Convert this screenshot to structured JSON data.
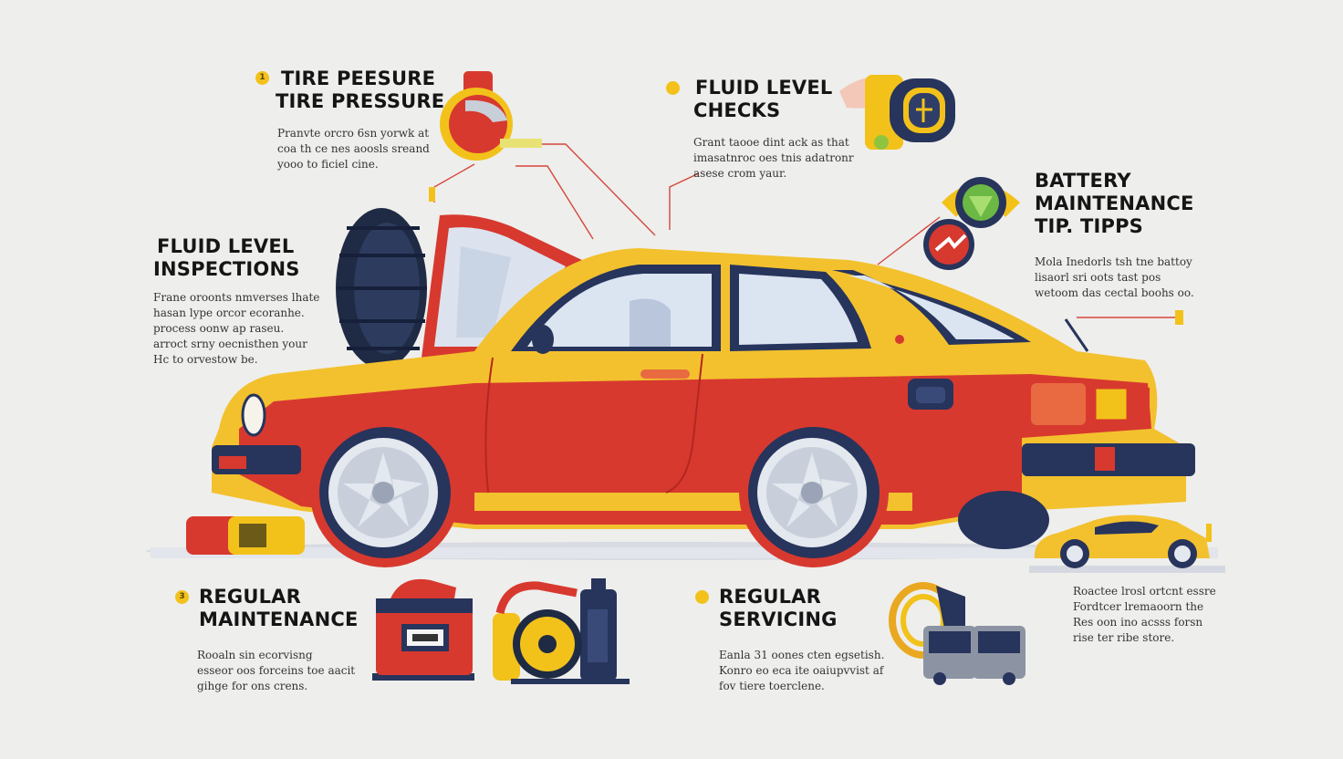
{
  "sections": {
    "tire_pressure": {
      "bullet": "1",
      "title_line1": "TIRE PEESURE",
      "title_line2": "TIRE PRESSURE",
      "body": [
        "Pranvte orcro 6sn yorwk at",
        "coa th ce nes aoosls sreand",
        "yooo to ficiel cine."
      ]
    },
    "fluid_level_checks": {
      "bullet": "",
      "title_line1": "FLUID LEVEL",
      "title_line2": "CHECKS",
      "body": [
        "Grant taooe dint ack as that",
        "imasatnroc oes tnis adatronr",
        "asese crom yaur."
      ]
    },
    "fluid_level_inspections": {
      "title_line1": "FLUID LEVEL",
      "title_line2": "INSPECTIONS",
      "body": [
        "Frane oroonts nmverses lhate",
        "hasan lype orcor ecoranhe.",
        "process oonw ap raseu.",
        "arroct srny oecnisthen your",
        "Hc to orvestow be."
      ]
    },
    "battery_maintenance": {
      "title_line1": "BATTERY",
      "title_line2": "MAINTENANCE",
      "title_line3": "TIP. TIPPS",
      "body": [
        "Mola Inedorls tsh tne battoy",
        "lisaorl sri oots tast pos",
        "wetoom das cectal boohs oo."
      ]
    },
    "regular_maintenance": {
      "bullet": "3",
      "title_line1": "REGULAR",
      "title_line2": "MAINTENANCE",
      "body": [
        "Rooaln sin ecorvisng",
        "esseor oos forceins toe aacit",
        "gihge for ons crens."
      ]
    },
    "regular_servicing": {
      "bullet": "",
      "title_line1": "REGULAR",
      "title_line2": "SERVICING",
      "body": [
        "Eanla 31 oones cten egsetish.",
        "Konro eo eca ite oaiupvvist af",
        "fov tiere toerclene."
      ]
    },
    "right_bottom": {
      "body": [
        "Roactee lrosl ortcnt essre",
        "Fordtcer lremaoorn the",
        "Res oon ino acsss forsn",
        "rise ter ribe store."
      ]
    }
  },
  "colors": {
    "background": "#eeeeec",
    "car_yellow": "#f3c12e",
    "car_red": "#d7392f",
    "navy": "#27345c",
    "accent_yellow": "#f2c21b"
  },
  "icons": [
    "tire-gauge-icon",
    "fluid-dipstick-icon",
    "battery-gauge-icon",
    "spare-tire-icon",
    "car-battery-icon",
    "fluid-bottle-icon",
    "cable-icon",
    "small-car-icon"
  ]
}
